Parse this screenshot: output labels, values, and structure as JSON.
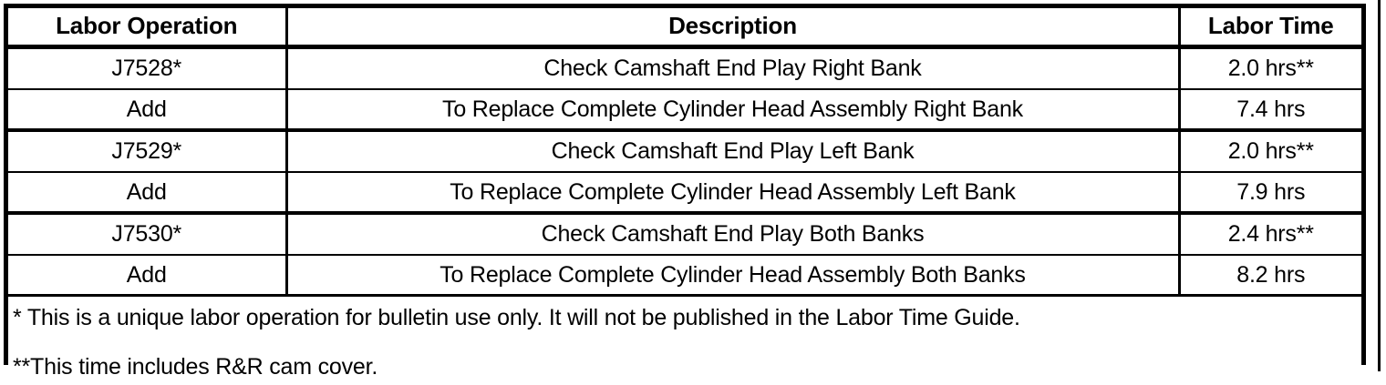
{
  "table": {
    "columns": [
      {
        "key": "labor_operation",
        "label": "Labor Operation"
      },
      {
        "key": "description",
        "label": "Description"
      },
      {
        "key": "labor_time",
        "label": "Labor Time"
      }
    ],
    "rows": [
      {
        "labor_operation": "J7528*",
        "description": "Check Camshaft End Play Right Bank",
        "labor_time": "2.0 hrs**"
      },
      {
        "labor_operation": "Add",
        "description": "To Replace Complete Cylinder Head Assembly Right Bank",
        "labor_time": "7.4 hrs"
      },
      {
        "labor_operation": "J7529*",
        "description": "Check Camshaft End Play Left Bank",
        "labor_time": "2.0 hrs**"
      },
      {
        "labor_operation": "Add",
        "description": "To Replace Complete Cylinder Head Assembly Left Bank",
        "labor_time": "7.9 hrs"
      },
      {
        "labor_operation": "J7530*",
        "description": "Check Camshaft End Play Both Banks",
        "labor_time": "2.4 hrs**"
      },
      {
        "labor_operation": "Add",
        "description": "To Replace Complete Cylinder Head Assembly Both Banks",
        "labor_time": "8.2 hrs"
      }
    ],
    "footnotes": [
      "* This is a unique labor operation for bulletin use only. It will not be published in the Labor Time Guide.",
      "**This time includes R&R cam cover."
    ]
  },
  "style": {
    "border_color": "#000000",
    "background_color": "#ffffff",
    "text_color": "#000000"
  }
}
